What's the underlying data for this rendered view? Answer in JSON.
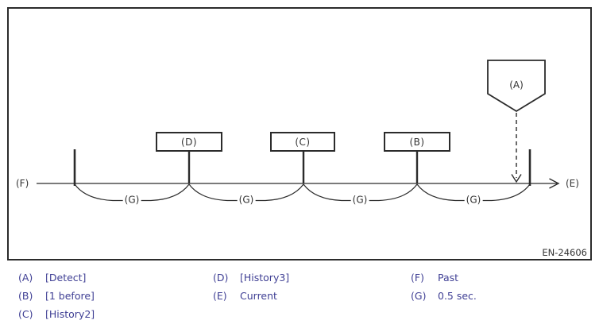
{
  "figure": {
    "frame_code": "EN-24606",
    "pin_label": "(A)",
    "boxes": [
      {
        "label": "(D)"
      },
      {
        "label": "(C)"
      },
      {
        "label": "(B)"
      }
    ],
    "timeline": {
      "left_label": "(F)",
      "right_label": "(E)"
    },
    "interval_label": "(G)"
  },
  "legend": {
    "entries": [
      {
        "key": "(A)",
        "value": "[Detect]"
      },
      {
        "key": "(B)",
        "value": "[1 before]"
      },
      {
        "key": "(C)",
        "value": "[History2]"
      },
      {
        "key": "(D)",
        "value": "[History3]"
      },
      {
        "key": "(E)",
        "value": "Current"
      },
      {
        "key": "(F)",
        "value": "Past"
      },
      {
        "key": "(G)",
        "value": "0.5 sec."
      }
    ]
  },
  "colors": {
    "line": "#2b2b2b",
    "diagram_text": "#333333",
    "legend_text": "#3f3f94"
  }
}
